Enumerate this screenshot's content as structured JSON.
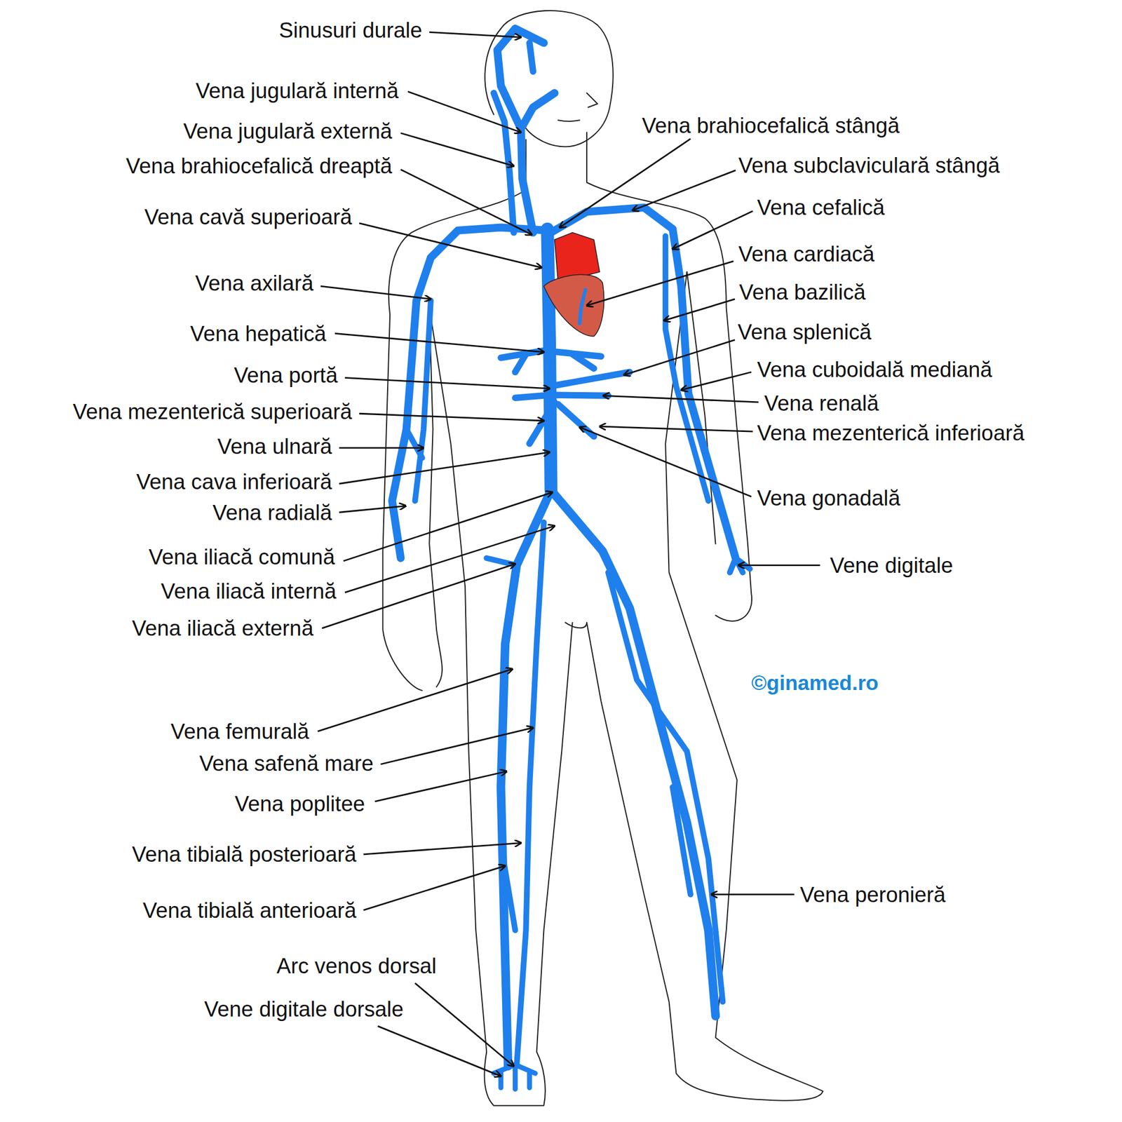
{
  "diagram": {
    "labels": [
      "Sinusuri durale",
      "Vena jugulară internă",
      "Vena jugulară externă",
      "Vena brahiocefalică dreaptă",
      "Vena cavă superioară",
      "Vena axilară",
      "Vena hepatică",
      "Vena portă",
      "Vena mezenterică superioară",
      "Vena ulnară",
      "Vena cava inferioară",
      "Vena radială",
      "Vena iliacă comună",
      "Vena iliacă internă",
      "Vena iliacă externă",
      "Vena femurală",
      "Vena safenă mare",
      "Vena poplitee",
      "Vena tibială posterioară",
      "Vena tibială anterioară",
      "Arc venos dorsal",
      "Vene digitale dorsale",
      "Vena brahiocefalică stângă",
      "Vena subclaviculară stângă",
      "Vena cefalică",
      "Vena cardiacă",
      "Vena bazilică",
      "Vena splenică",
      "Vena cuboidală mediană",
      "Vena renală",
      "Vena mezenterică inferioară",
      "Vena gonadală",
      "Vene digitale",
      "Vena peronieră",
      "©ginamed.ro"
    ]
  }
}
